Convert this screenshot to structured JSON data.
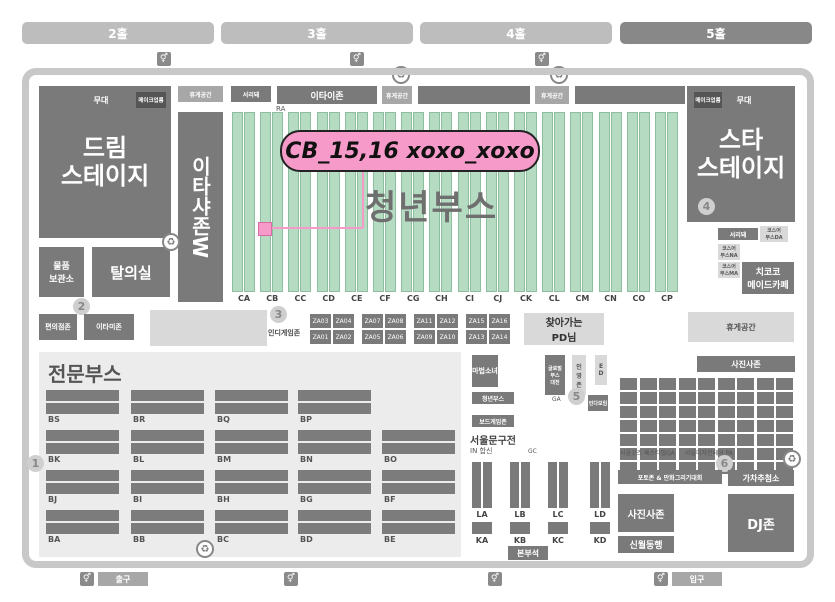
{
  "halls": [
    "2홀",
    "3홀",
    "4홀",
    "5홀"
  ],
  "areas": {
    "dream_stage": "드림\n스테이지",
    "star_stage": "스타\n스테이지",
    "stage": "무대",
    "stage_right": "무대",
    "stage_waiting": "메이크업룸",
    "stage_waiting_right": "메이크업룸",
    "rest_space": "휴게공간",
    "rest_space2": "휴게공간",
    "rest_space3": "휴게공간",
    "rest_space4": "휴게공간",
    "storage": "물품\n보관소",
    "dressing": "탈의실",
    "ita_zone": "이타샤존W",
    "ita_zone_top": "이타이존",
    "ita_zone_small": "이타미존",
    "youth_booth": "청년부스",
    "pro_booth": "전문부스",
    "indie": "인디게임존",
    "convenience": "편의점존",
    "find_pd": "찾아가는\nPD님",
    "photo_zone": "사진사존",
    "photo_zone2": "사진사존",
    "dj_zone": "DJ존",
    "main_booth": "본부석",
    "new_stage": "신월동행",
    "gacha": "가차추첨소",
    "poster": "포토존 & 만화그리기대회",
    "seoul_booth": "서울문구전",
    "seoul_sub": "IN 합신",
    "cosplay": "코스어\n부스NA",
    "cosplay2": "코스어\n부스MA",
    "cosplay3": "코스어\n부스DA",
    "char_cafe": "치코코\n메이드카페",
    "chiko": "서리돼",
    "magical": "마법소녀",
    "youth_sub": "청년부스",
    "sub_booth": "보드게임존",
    "exit": "출구",
    "entrance": "입구",
    "label_ra": "RA",
    "label_ga": "GA",
    "label_gc": "GC",
    "label_gy": "글로벌\n부스\n대전",
    "label_inyeong": "인\n영\n존",
    "label_ed": "E\nD",
    "label_ogp": "인다모임",
    "label_seoul_qa": "서울굿즈 페스티벌QA",
    "label_seoul_pa": "서울디자인페어 PA"
  },
  "callout": "CB_15,16 xoxo_xoxo",
  "youth_columns": [
    "CA",
    "CB",
    "CC",
    "CD",
    "CE",
    "CF",
    "CG",
    "CH",
    "CI",
    "CJ",
    "CK",
    "CL",
    "CM",
    "CN",
    "CO",
    "CP"
  ],
  "pro_rows": [
    [
      "BS",
      "BR",
      "BQ",
      "BP"
    ],
    [
      "BK",
      "BL",
      "BM",
      "BN",
      "BO"
    ],
    [
      "BJ",
      "BI",
      "BH",
      "BG",
      "BF"
    ],
    [
      "BA",
      "BB",
      "BC",
      "BD",
      "BE"
    ]
  ],
  "za_codes": [
    "ZA03",
    "ZA04",
    "ZA01",
    "ZA02",
    "ZA07",
    "ZA08",
    "ZA05",
    "ZA06",
    "ZA11",
    "ZA12",
    "ZA09",
    "ZA10",
    "ZA15",
    "ZA16",
    "ZA13",
    "ZA14"
  ],
  "bottom_cols": [
    "LA",
    "LB",
    "LC",
    "LD"
  ],
  "bottom_cols2": [
    "KA",
    "KB",
    "KC",
    "KD"
  ],
  "zone_numbers": [
    "1",
    "2",
    "3",
    "4",
    "5",
    "6"
  ],
  "colors": {
    "accent": "#f59ac9",
    "green": "#b5dcc3",
    "dark": "#7a7a7a"
  }
}
